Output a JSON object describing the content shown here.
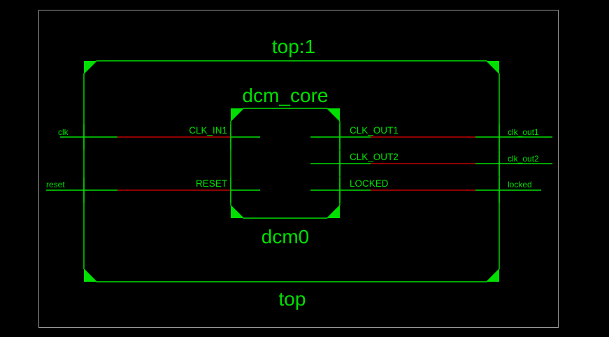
{
  "app": {
    "kind": "rtl-schematic-viewer",
    "background_color": "#000000",
    "frame_color": "#9a9a9a",
    "wire_green": "#00e000",
    "wire_red": "#c00000",
    "text_color": "#00e000"
  },
  "schematic": {
    "top_block": {
      "title": "top:1",
      "footer": "top",
      "inputs": [
        {
          "name": "clk",
          "net_color": "#00e000"
        },
        {
          "name": "reset",
          "net_color": "#00e000"
        }
      ],
      "outputs": [
        {
          "name": "clk_out1",
          "net_color": "#00e000"
        },
        {
          "name": "clk_out2",
          "net_color": "#00e000"
        },
        {
          "name": "locked",
          "net_color": "#00e000"
        }
      ]
    },
    "inner_block": {
      "type": "dcm_core",
      "instance": "dcm0",
      "input_ports": [
        {
          "name": "CLK_IN1"
        },
        {
          "name": "RESET"
        }
      ],
      "output_ports": [
        {
          "name": "CLK_OUT1"
        },
        {
          "name": "CLK_OUT2"
        },
        {
          "name": "LOCKED"
        }
      ]
    },
    "nets": [
      {
        "from": "clk",
        "to": "CLK_IN1"
      },
      {
        "from": "reset",
        "to": "RESET"
      },
      {
        "from": "CLK_OUT1",
        "to": "clk_out1"
      },
      {
        "from": "CLK_OUT2",
        "to": "clk_out2"
      },
      {
        "from": "LOCKED",
        "to": "locked"
      }
    ]
  }
}
